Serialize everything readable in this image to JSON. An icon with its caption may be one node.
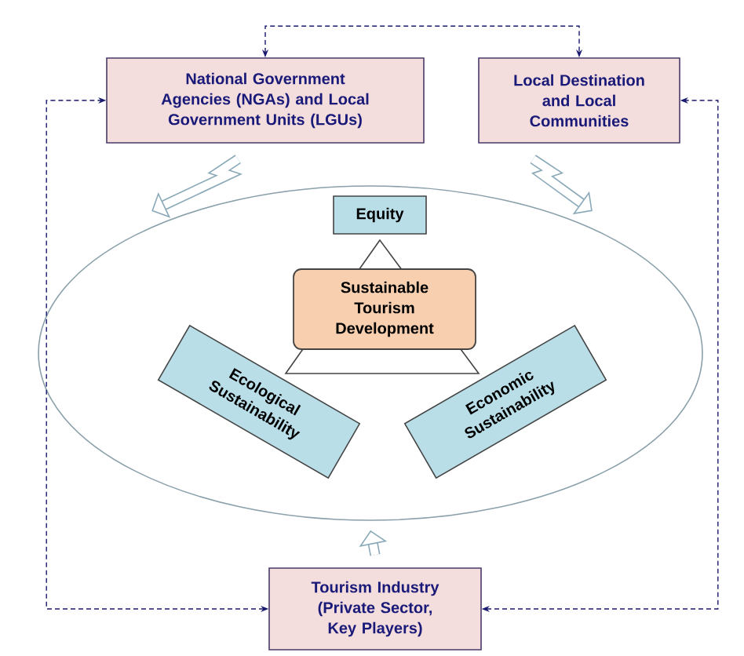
{
  "diagram": {
    "nodes": [
      {
        "text": [
          "National Government Agencies (NGAs) and Local Government Units (LGUs)"
        ]
      },
      {
        "text": [
          "Local Destination and Local Communities"
        ]
      },
      {
        "text": [],
        "shape": "ellipse"
      },
      {
        "text": [
          "Equity"
        ],
        "in": 2
      },
      {
        "text": [
          "Sustainable Tourism Development"
        ],
        "in": 2
      },
      {
        "text": [
          "Ecological Sustainability"
        ],
        "in": 2
      },
      {
        "text": [
          "Economic Sustainability"
        ],
        "in": 2
      },
      {
        "text": [
          "Tourism Industry (Private Sector, Key Players)"
        ]
      }
    ],
    "edges": [
      {
        "from": 0,
        "to": 1,
        "arrow": "both",
        "style": "dashed"
      },
      {
        "from": 7,
        "to": 0,
        "arrow": "both",
        "style": "dashed"
      },
      {
        "from": 7,
        "to": 1,
        "arrow": "both",
        "style": "dashed"
      },
      {
        "from": 0,
        "to": 2,
        "arrow": "to",
        "style": "thick",
        "color": "#8aa9b8"
      },
      {
        "from": 1,
        "to": 2,
        "arrow": "to",
        "style": "thick",
        "color": "#8aa9b8"
      },
      {
        "from": 7,
        "to": 2,
        "arrow": "to",
        "style": "thick",
        "color": "#8aa9b8"
      }
    ]
  }
}
